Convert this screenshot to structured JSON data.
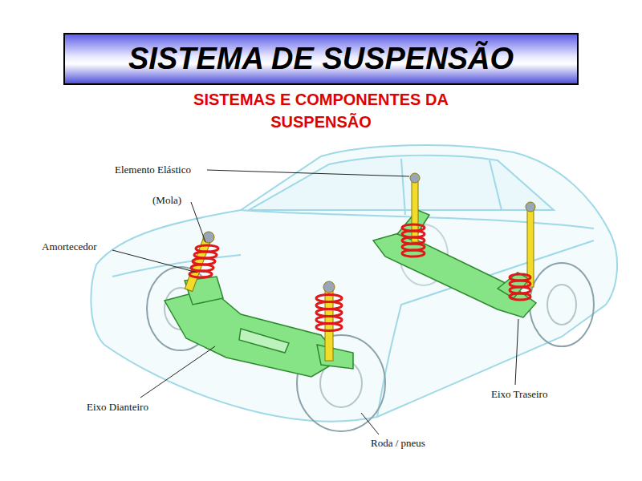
{
  "diagram": {
    "title": "SISTEMA DE SUSPENSÃO",
    "labels": [
      "SISTEMAS E COMPONENTES DA SUSPENSÃO",
      "Elemento Elástico",
      "(Mola)",
      "Amortecedor",
      "Eixo Dianteiro",
      "Roda / pneus",
      "Eixo Traseiro"
    ]
  }
}
